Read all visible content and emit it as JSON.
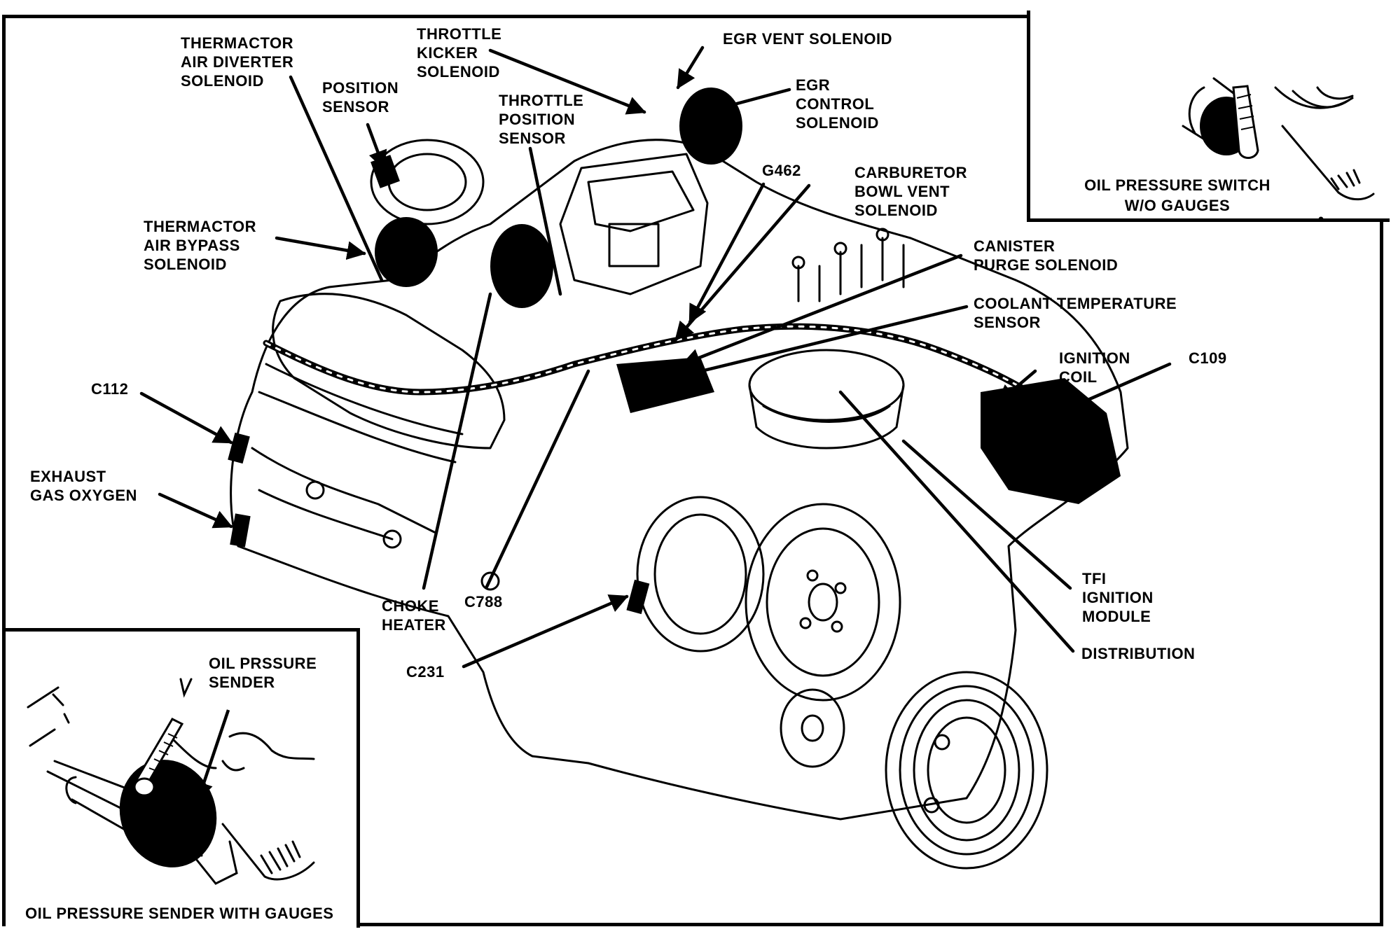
{
  "diagram": {
    "subject": "Engine compartment component locator (line art)",
    "colors": {
      "ink": "#000000",
      "paper": "#ffffff"
    }
  },
  "labels": {
    "thermactor_air_diverter": [
      "THERMACTOR",
      "AIR DIVERTER",
      "SOLENOID"
    ],
    "position_sensor": [
      "POSITION",
      "SENSOR"
    ],
    "throttle_kicker": [
      "THROTTLE",
      "KICKER",
      "SOLENOID"
    ],
    "throttle_position": [
      "THROTTLE",
      "POSITION",
      "SENSOR"
    ],
    "egr_vent": [
      "EGR VENT SOLENOID"
    ],
    "egr_control": [
      "EGR",
      "CONTROL",
      "SOLENOID"
    ],
    "g462": [
      "G462"
    ],
    "carb_bowl_vent": [
      "CARBURETOR",
      "BOWL VENT",
      "SOLENOID"
    ],
    "canister_purge": [
      "CANISTER",
      "PURGE SOLENOID"
    ],
    "coolant_temp": [
      "COOLANT TEMPERATURE",
      "SENSOR"
    ],
    "ignition_coil": [
      "IGNITION",
      "COIL"
    ],
    "c109": [
      "C109"
    ],
    "thermactor_air_bypass": [
      "THERMACTOR",
      "AIR BYPASS",
      "SOLENOID"
    ],
    "c112": [
      "C112"
    ],
    "exhaust_gas_oxygen": [
      "EXHAUST",
      "GAS OXYGEN"
    ],
    "choke_heater": [
      "CHOKE",
      "HEATER"
    ],
    "c788": [
      "C788"
    ],
    "c231": [
      "C231"
    ],
    "tfi_ignition_module": [
      "TFI",
      "IGNITION",
      "MODULE"
    ],
    "distribution": [
      "DISTRIBUTION"
    ]
  },
  "insets": {
    "oil_switch": {
      "caption": [
        "OIL PRESSURE SWITCH",
        "W/O GAUGES"
      ]
    },
    "oil_sender": {
      "callout": [
        "OIL PRSSURE",
        "SENDER"
      ],
      "caption": "OIL PRESSURE SENDER WITH GAUGES"
    }
  }
}
